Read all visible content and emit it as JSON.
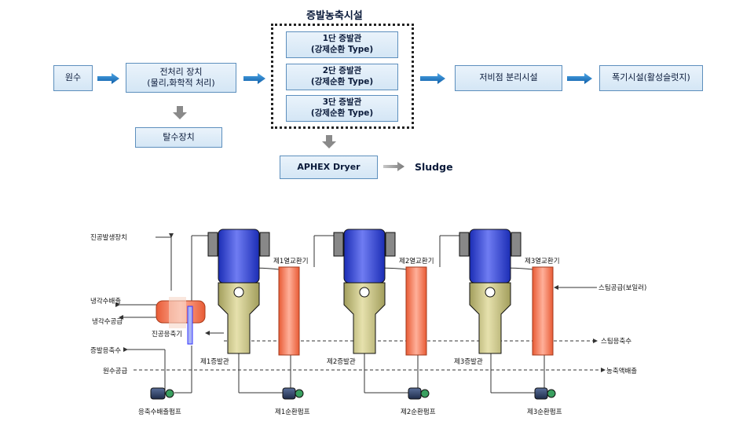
{
  "flow": {
    "raw_water": "원수",
    "pretreat_line1": "전처리 장치",
    "pretreat_line2": "(물리,화학적 처리)",
    "dewater": "탈수장치",
    "evap_group_title": "증발농축시설",
    "evap1_line1": "1단 증발관",
    "evap1_line2": "(강제순환 Type)",
    "evap2_line1": "2단 증발관",
    "evap2_line2": "(강제순환 Type)",
    "evap3_line1": "3단 증발관",
    "evap3_line2": "(강제순환 Type)",
    "apex": "APHEX  Dryer",
    "sludge": "Sludge",
    "low_bp": "저비점 분리시설",
    "waste_gas": "폭기시설(활성슬럿지)"
  },
  "process": {
    "vacuum_gen": "진공발생장치",
    "cooling_out": "냉각수배출",
    "cooling_in": "냉각수공급",
    "vac_condenser": "진공응축기",
    "evap_condensate": "증발응축수",
    "raw_supply": "원수공급",
    "hx1": "제1열교환기",
    "hx2": "제2열교환기",
    "hx3": "제3열교환기",
    "ev1": "제1증발관",
    "ev2": "제2증발관",
    "ev3": "제3증발관",
    "steam_supply": "스팀공급(보일러)",
    "steam_condensate": "스팀응축수",
    "concentrate_out": "농축액배출",
    "cond_pump": "응축수배출펌프",
    "pump1": "제1순환펌프",
    "pump2": "제2순환펌프",
    "pump3": "제3순환펌프"
  },
  "colors": {
    "box_border": "#5d8fbd",
    "arrow_blue": "#1f7cc4",
    "arrow_gray": "#8a8a8a",
    "vessel_blue": "#3a4fd8",
    "vessel_olive": "#c9c48a",
    "hx_orange": "#f08060"
  }
}
